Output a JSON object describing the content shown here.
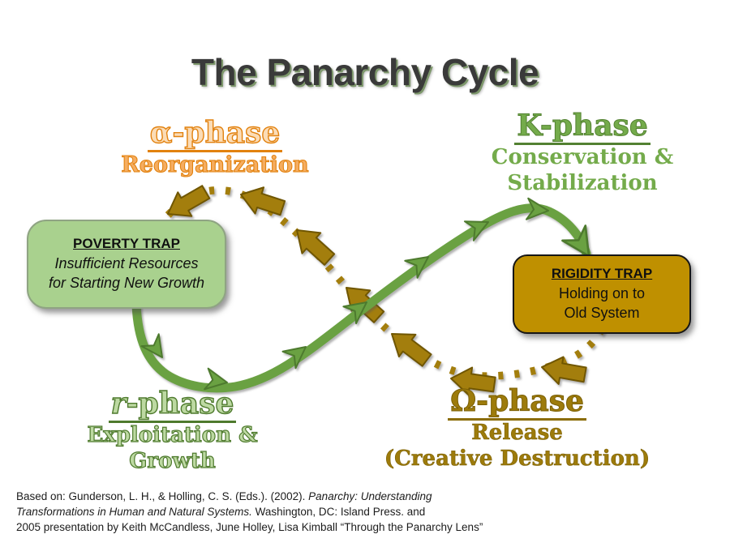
{
  "slide": {
    "title": "The Panarchy Cycle"
  },
  "phases": {
    "alpha": {
      "label": "α-phase",
      "sub1": "Reorganization"
    },
    "k": {
      "label": "K-phase",
      "sub1": "Conservation &",
      "sub2": "Stabilization"
    },
    "r": {
      "label_italic": "r",
      "label_rest": "-phase",
      "sub1": "Exploitation &",
      "sub2": "Growth"
    },
    "omega": {
      "label": "Ω-phase",
      "sub1": "Release",
      "sub2": "(Creative Destruction)"
    }
  },
  "traps": {
    "poverty": {
      "title": "POVERTY TRAP",
      "line1": "Insufficient Resources",
      "line2": "for Starting New Growth"
    },
    "rigidity": {
      "title": "RIGIDITY TRAP",
      "line1": "Holding on to",
      "line2": "Old System"
    }
  },
  "citation": {
    "line1_normal": "Based on: Gunderson,  L. H., & Holling, C. S. (Eds.). (2002). ",
    "line1_italic": "Panarchy: Understanding",
    "line2_italic": "Transformations in Human and Natural Systems.",
    "line2_normal": " Washington, DC: Island Press. and",
    "line3": "2005 presentation by Keith McCandless, June Holley, Lisa Kimball  “Through the Panarchy Lens”"
  },
  "colors": {
    "arrow_green": "#6aa143",
    "arrow_green_dark": "#4e7a2d",
    "arrow_gold": "#a37e0e",
    "arrow_gold_dark": "#6f5600",
    "poverty_fill": "#a9d18e",
    "rigidity_fill": "#bf9000",
    "alpha_orange": "#e2820f",
    "k_green": "#74ab4b",
    "r_light_green": "#bdd9a2",
    "omega_gold": "#9d7b0b",
    "title_color": "#3a3a3a"
  }
}
